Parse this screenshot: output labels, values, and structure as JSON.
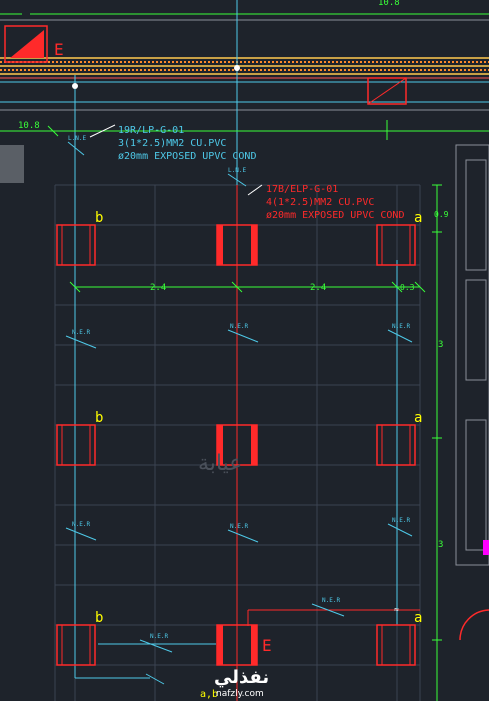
{
  "labels": {
    "top_dim": "10.8",
    "left_dim": "10.8",
    "mark_E_top": "E",
    "mark_E_bottom": "E",
    "circuit_cyan": {
      "line1": "19R/LP-G-01",
      "line2": "3(1*2.5)MM2  CU.PVC",
      "line3": "ø20mm  EXPOSED  UPVC  COND"
    },
    "circuit_red": {
      "line1": "17B/ELP-G-01",
      "line2": "4(1*2.5)MM2  CU.PVC",
      "line3": "ø20mm  EXPOSED  UPVC  COND"
    },
    "dim_span_left": "2.4",
    "dim_span_right": "2.4",
    "dim_small": "0.3",
    "dim_side_top": "0.9",
    "dim_side_mid": "3",
    "dim_side_low": "3",
    "letter_a": "a",
    "letter_b": "b",
    "letter_ab": "a,b",
    "wire_tag": "N.E.R",
    "wire_tag_short": "L.N.E",
    "watermark_ar": "عيابة",
    "logo_text": "نفذلي",
    "logo_url": "nafzly.com"
  },
  "colors": {
    "background": "#1e232b",
    "grid": "#3a4250",
    "cyan": "#4ec9e8",
    "red": "#ff2a2a",
    "green": "#39ff39",
    "yellow": "#ffff00",
    "white": "#ffffff"
  }
}
